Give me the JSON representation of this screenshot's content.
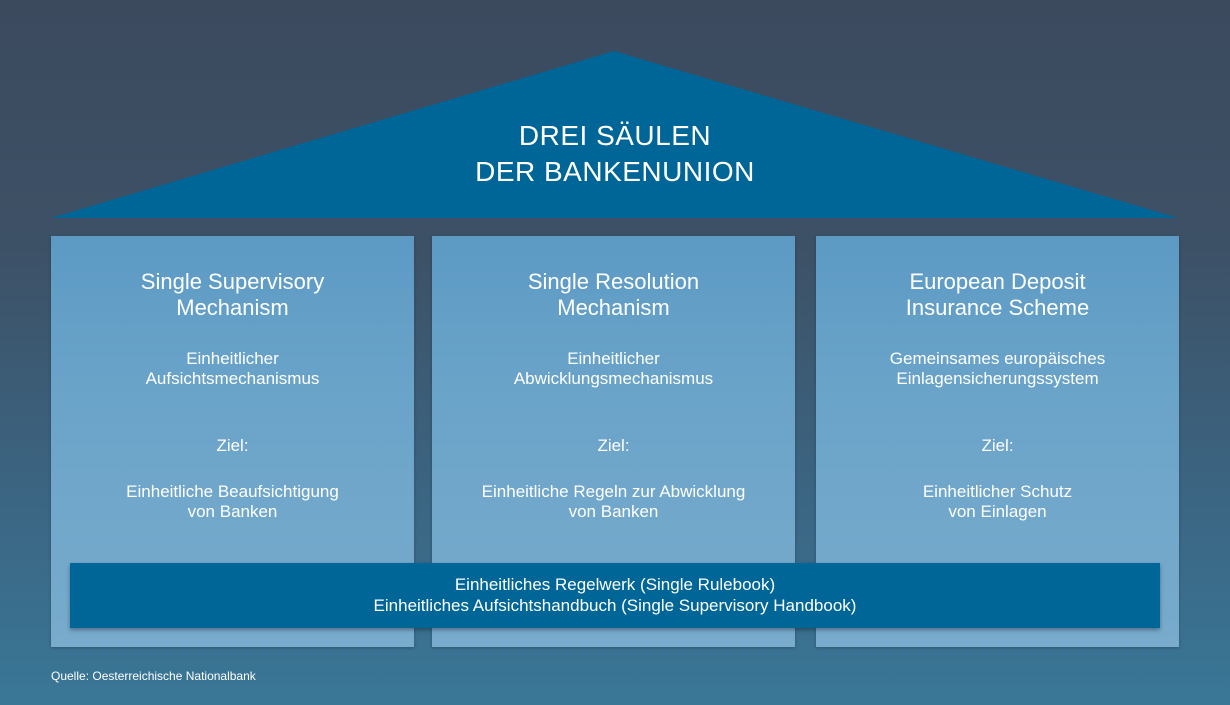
{
  "roof": {
    "title_line1": "DREI SÄULEN",
    "title_line2": "DER BANKENUNION",
    "color": "#006597"
  },
  "pillars": [
    {
      "title_line1": "Single Supervisory",
      "title_line2": "Mechanism",
      "subtitle_line1": "Einheitlicher",
      "subtitle_line2": "Aufsichtsmechanismus",
      "ziel_label": "Ziel:",
      "goal_line1": "Einheitliche Beaufsichtigung",
      "goal_line2": "von Banken"
    },
    {
      "title_line1": "Single Resolution",
      "title_line2": "Mechanism",
      "subtitle_line1": "Einheitlicher",
      "subtitle_line2": "Abwicklungsmechanismus",
      "ziel_label": "Ziel:",
      "goal_line1": "Einheitliche Regeln zur Abwicklung",
      "goal_line2": "von Banken"
    },
    {
      "title_line1": "European Deposit",
      "title_line2": "Insurance Scheme",
      "subtitle_line1": "Gemeinsames europäisches",
      "subtitle_line2": "Einlagensicherungssystem",
      "ziel_label": "Ziel:",
      "goal_line1": "Einheitlicher Schutz",
      "goal_line2": "von Einlagen"
    }
  ],
  "foundation": {
    "line1": "Einheitliches Regelwerk (Single Rulebook)",
    "line2": "Einheitliches Aufsichtshandbuch (Single Supervisory Handbook)",
    "color": "#006597"
  },
  "source": "Quelle: Oesterreichische Nationalbank"
}
